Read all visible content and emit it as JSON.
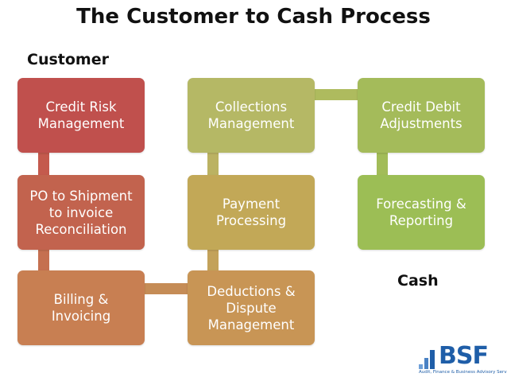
{
  "title": "The Customer to Cash Process",
  "labels": {
    "customer": "Customer",
    "cash": "Cash"
  },
  "boxes": {
    "credit_risk": "Credit Risk\nManagement",
    "po_shipment": "PO to Shipment\nto invoice\nReconciliation",
    "billing": "Billing &\nInvoicing",
    "collections": "Collections\nManagement",
    "payment": "Payment\nProcessing",
    "deductions": "Deductions &\nDispute\nManagement",
    "credit_debit": "Credit Debit\nAdjustments",
    "forecasting": "Forecasting &\nReporting"
  },
  "colors": {
    "credit_risk": "#c0504d",
    "po_shipment": "#c2634e",
    "billing": "#c87f52",
    "collections": "#b5b865",
    "payment": "#c2a857",
    "deductions": "#c89555",
    "credit_debit": "#a4bb5a",
    "forecasting": "#9cbe55"
  },
  "logo": {
    "text": "BSF",
    "tagline": "Audit, Finance & Business Advisory Services",
    "color": "#1f5ea8"
  }
}
